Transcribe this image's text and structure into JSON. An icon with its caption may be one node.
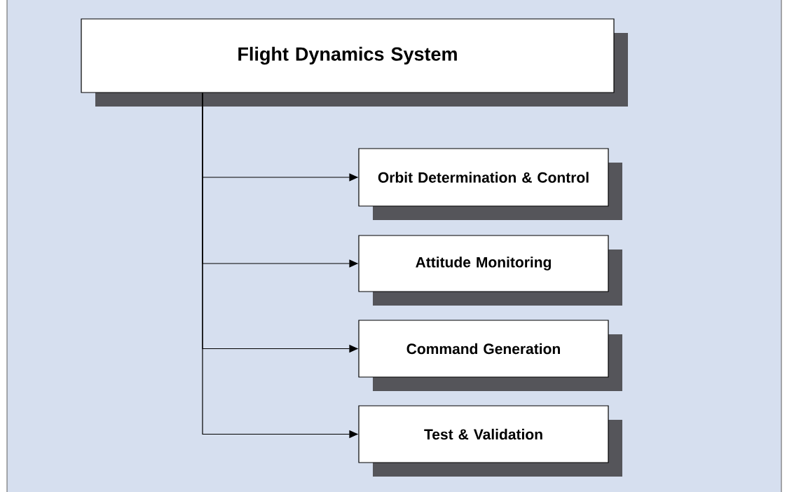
{
  "diagram": {
    "nodes": [
      {
        "text": [
          "Flight Dynamics System"
        ]
      },
      {
        "text": [
          "Orbit Determination & Control"
        ]
      },
      {
        "text": [
          "Attitude Monitoring"
        ]
      },
      {
        "text": [
          "Command Generation"
        ]
      },
      {
        "text": [
          "Test & Validation"
        ]
      }
    ],
    "edges": [
      {
        "from": 0,
        "to": 1,
        "arrow": "to"
      },
      {
        "from": 0,
        "to": 2,
        "arrow": "to"
      },
      {
        "from": 0,
        "to": 3,
        "arrow": "to"
      },
      {
        "from": 0,
        "to": 4,
        "arrow": "to"
      }
    ]
  }
}
